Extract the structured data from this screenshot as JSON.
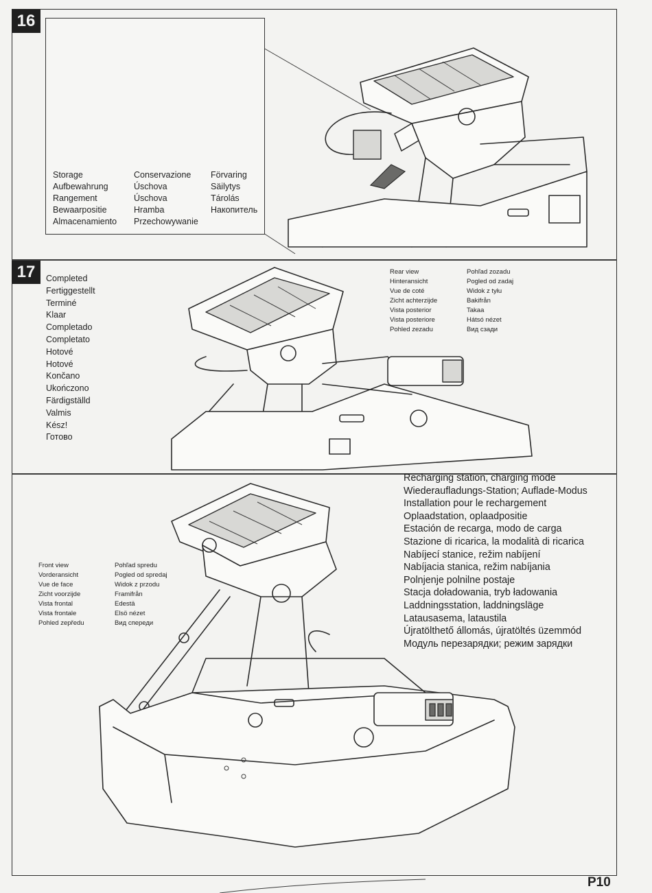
{
  "steps": {
    "s16": "16",
    "s17": "17"
  },
  "storage_labels": [
    "Storage",
    "Conservazione",
    "Förvaring",
    "Aufbewahrung",
    "Úschova",
    "Säilytys",
    "Rangement",
    "Úschova",
    "Tárolás",
    "Bewaarpositie",
    "Hramba",
    "Накопитель",
    "Almacenamiento",
    "Przechowywanie",
    ""
  ],
  "completed_labels": [
    "Completed",
    "Fertiggestellt",
    "Terminé",
    "Klaar",
    "Completado",
    "Completato",
    "Hotové",
    "Hotové",
    "Končano",
    "Ukończono",
    "Färdigställd",
    "Valmis",
    "Kész!",
    "Готово"
  ],
  "rear_view_labels": [
    "Rear view",
    "Pohľad zozadu",
    "Hinteransicht",
    "Pogled od zadaj",
    "Vue de coté",
    "Widok z tyłu",
    "Zicht achterzijde",
    "Bakifrån",
    "Vista posterior",
    "Takaa",
    "Vista posteriore",
    "Hátsó nézet",
    "Pohled zezadu",
    "Вид сзади"
  ],
  "front_view_labels": [
    "Front view",
    "Pohľad spredu",
    "Vorderansicht",
    "Pogled od spredaj",
    "Vue de face",
    "Widok z przodu",
    "Zicht voorzijde",
    "Framifrån",
    "Vista frontal",
    "Edestä",
    "Vista frontale",
    "Elsö nézet",
    "Pohled zepředu",
    "Вид спереди"
  ],
  "charging_mode_labels": [
    "Recharging station, charging mode",
    "Wiederaufladungs-Station; Auflade-Modus",
    "Installation pour le rechargement",
    "Oplaadstation, oplaadpositie",
    "Estación de recarga, modo de carga",
    "Stazione di ricarica, la modalità di ricarica",
    "Nabíjecí stanice, režim nabíjení",
    "Nabíjacia stanica, režim nabíjania",
    "Polnjenje polnilne postaje",
    "Stacja doładowania, tryb ładowania",
    "Laddningsstation, laddningsläge",
    "Latausasema, lataustila",
    "Újratölthető állomás, újratöltés üzemmód",
    "Модуль перезарядки; режим зарядки"
  ],
  "page_number": "P10"
}
